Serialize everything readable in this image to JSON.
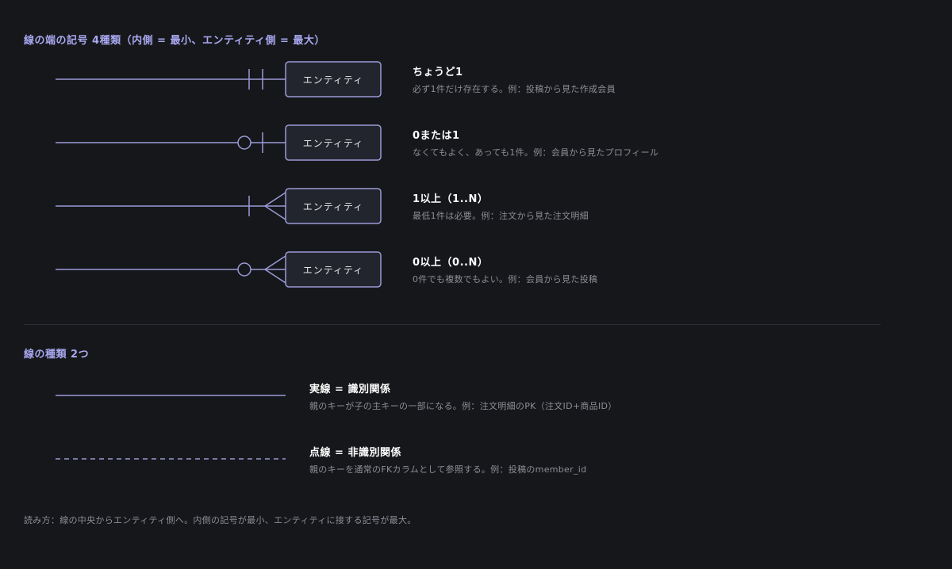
{
  "colors": {
    "background": "#16171b",
    "accent": "#a9a8f0",
    "line": "#9b9ad6",
    "entity_fill": "#23252e",
    "heading_text": "#ffffff",
    "muted_text": "#8d8e96"
  },
  "ends_section": {
    "title": "線の端の記号 4種類（内側 = 最小、エンティティ側 = 最大）",
    "entity_label": "エンティティ",
    "rows": [
      {
        "symbol": "one-and-only-one",
        "title": "ちょうど1",
        "desc": "必ず1件だけ存在する。例：投稿から見た作成会員"
      },
      {
        "symbol": "zero-or-one",
        "title": "0または1",
        "desc": "なくてもよく、あっても1件。例：会員から見たプロフィール"
      },
      {
        "symbol": "one-or-many",
        "title": "1以上（1..N）",
        "desc": "最低1件は必要。例：注文から見た注文明細"
      },
      {
        "symbol": "zero-or-many",
        "title": "0以上（0..N）",
        "desc": "0件でも複数でもよい。例：会員から見た投稿"
      }
    ]
  },
  "lines_section": {
    "title": "線の種類 2つ",
    "rows": [
      {
        "style": "solid",
        "title": "実線 = 識別関係",
        "desc": "親のキーが子の主キーの一部になる。例：注文明細のPK（注文ID+商品ID）"
      },
      {
        "style": "dashed",
        "title": "点線 = 非識別関係",
        "desc": "親のキーを通常のFKカラムとして参照する。例：投稿のmember_id"
      }
    ]
  },
  "footnote": "読み方：線の中央からエンティティ側へ。内側の記号が最小、エンティティに接する記号が最大。"
}
